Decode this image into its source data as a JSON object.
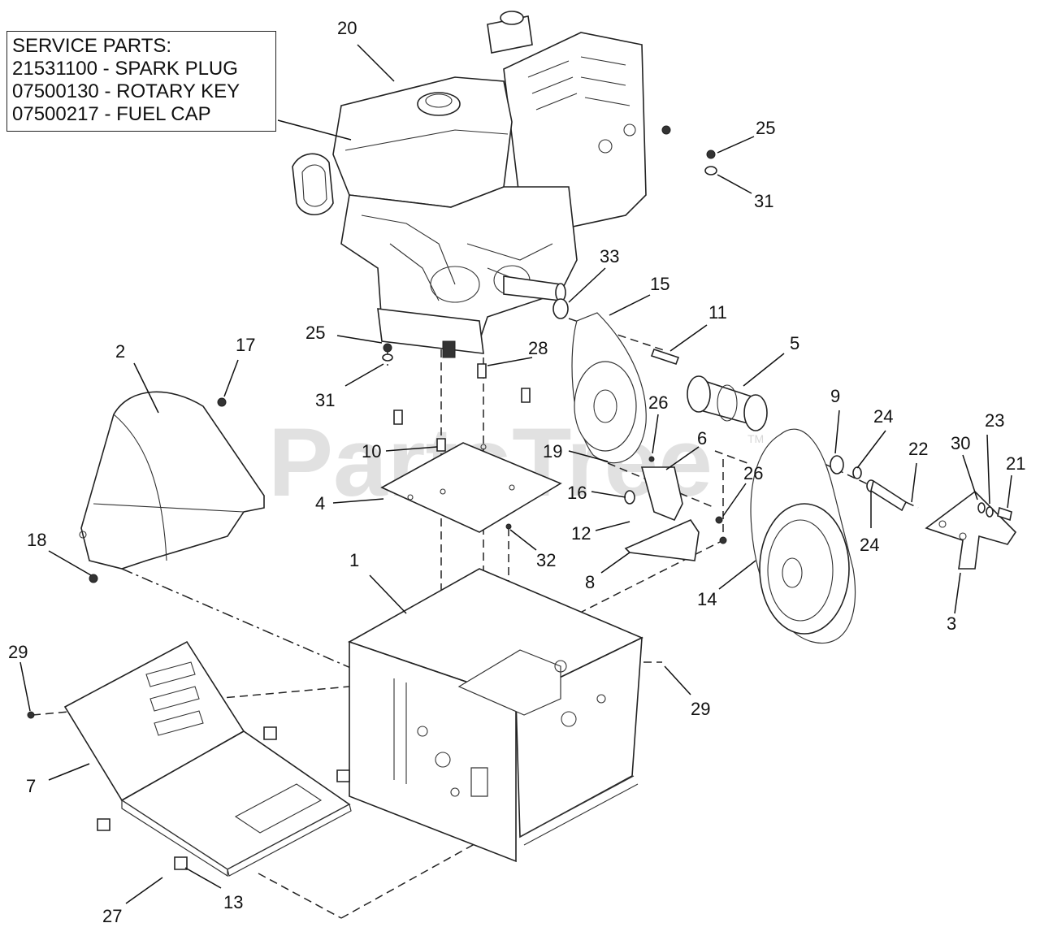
{
  "service_box": {
    "title": "SERVICE PARTS:",
    "lines": [
      "21531100 - SPARK PLUG",
      "07500130 - ROTARY KEY",
      "07500217 - FUEL CAP"
    ]
  },
  "watermark": {
    "text": "PartsTree",
    "trademark": "TM"
  },
  "callouts": [
    "20",
    "25",
    "31",
    "33",
    "15",
    "11",
    "5",
    "25",
    "31",
    "28",
    "2",
    "17",
    "10",
    "19",
    "26",
    "6",
    "9",
    "24",
    "22",
    "30",
    "23",
    "21",
    "26",
    "4",
    "16",
    "12",
    "24",
    "3",
    "18",
    "32",
    "8",
    "14",
    "1",
    "29",
    "29",
    "7",
    "27",
    "13"
  ]
}
